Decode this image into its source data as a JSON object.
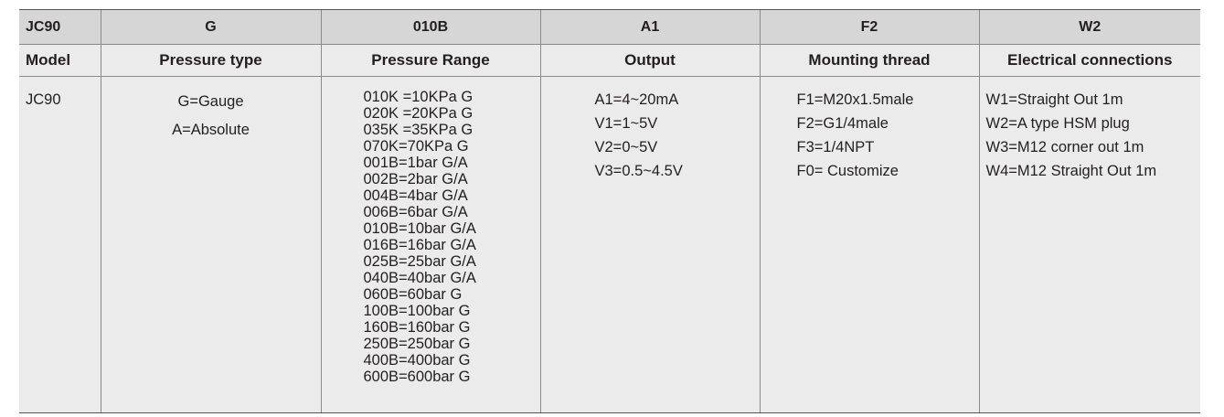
{
  "codes": [
    "JC90",
    "G",
    "010B",
    "A1",
    "F2",
    "W2"
  ],
  "headers": [
    "Model",
    "Pressure type",
    "Pressure Range",
    "Output",
    "Mounting thread",
    "Electrical connections"
  ],
  "model": [
    "JC90"
  ],
  "pressure_type": [
    "G=Gauge",
    "A=Absolute"
  ],
  "pressure_range": [
    "010K =10KPa G",
    "020K =20KPa G",
    "035K =35KPa G",
    "070K=70KPa G",
    "001B=1bar G/A",
    "002B=2bar G/A",
    "004B=4bar G/A",
    "006B=6bar G/A",
    "010B=10bar G/A",
    "016B=16bar G/A",
    "025B=25bar G/A",
    "040B=40bar G/A",
    "060B=60bar G",
    "100B=100bar G",
    "160B=160bar G",
    "250B=250bar G",
    "400B=400bar G",
    "600B=600bar G"
  ],
  "output": [
    "A1=4~20mA",
    "V1=1~5V",
    "V2=0~5V",
    "V3=0.5~4.5V"
  ],
  "mounting_thread": [
    "F1=M20x1.5male",
    "F2=G1/4male",
    "F3=1/4NPT",
    "F0= Customize"
  ],
  "electrical": [
    "W1=Straight Out 1m",
    "W2=A type HSM plug",
    "W3=M12 corner out 1m",
    "W4=M12 Straight Out 1m"
  ]
}
